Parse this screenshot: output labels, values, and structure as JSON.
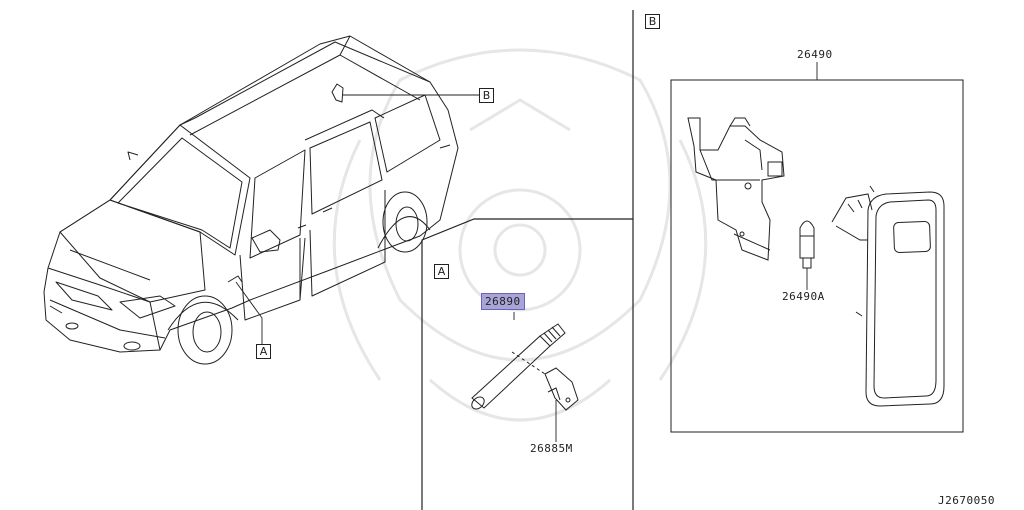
{
  "callouts": {
    "car_a": "A",
    "car_b": "B",
    "panel_a": "A",
    "panel_b": "B"
  },
  "parts": {
    "lamp_assembly": "26490",
    "bulb": "26490A",
    "pen_light": "26890",
    "bracket": "26885M"
  },
  "diagram_code": "J2670050",
  "colors": {
    "line": "#222222",
    "highlight": "#a9a4d8",
    "watermark": "#e6e6e6"
  }
}
